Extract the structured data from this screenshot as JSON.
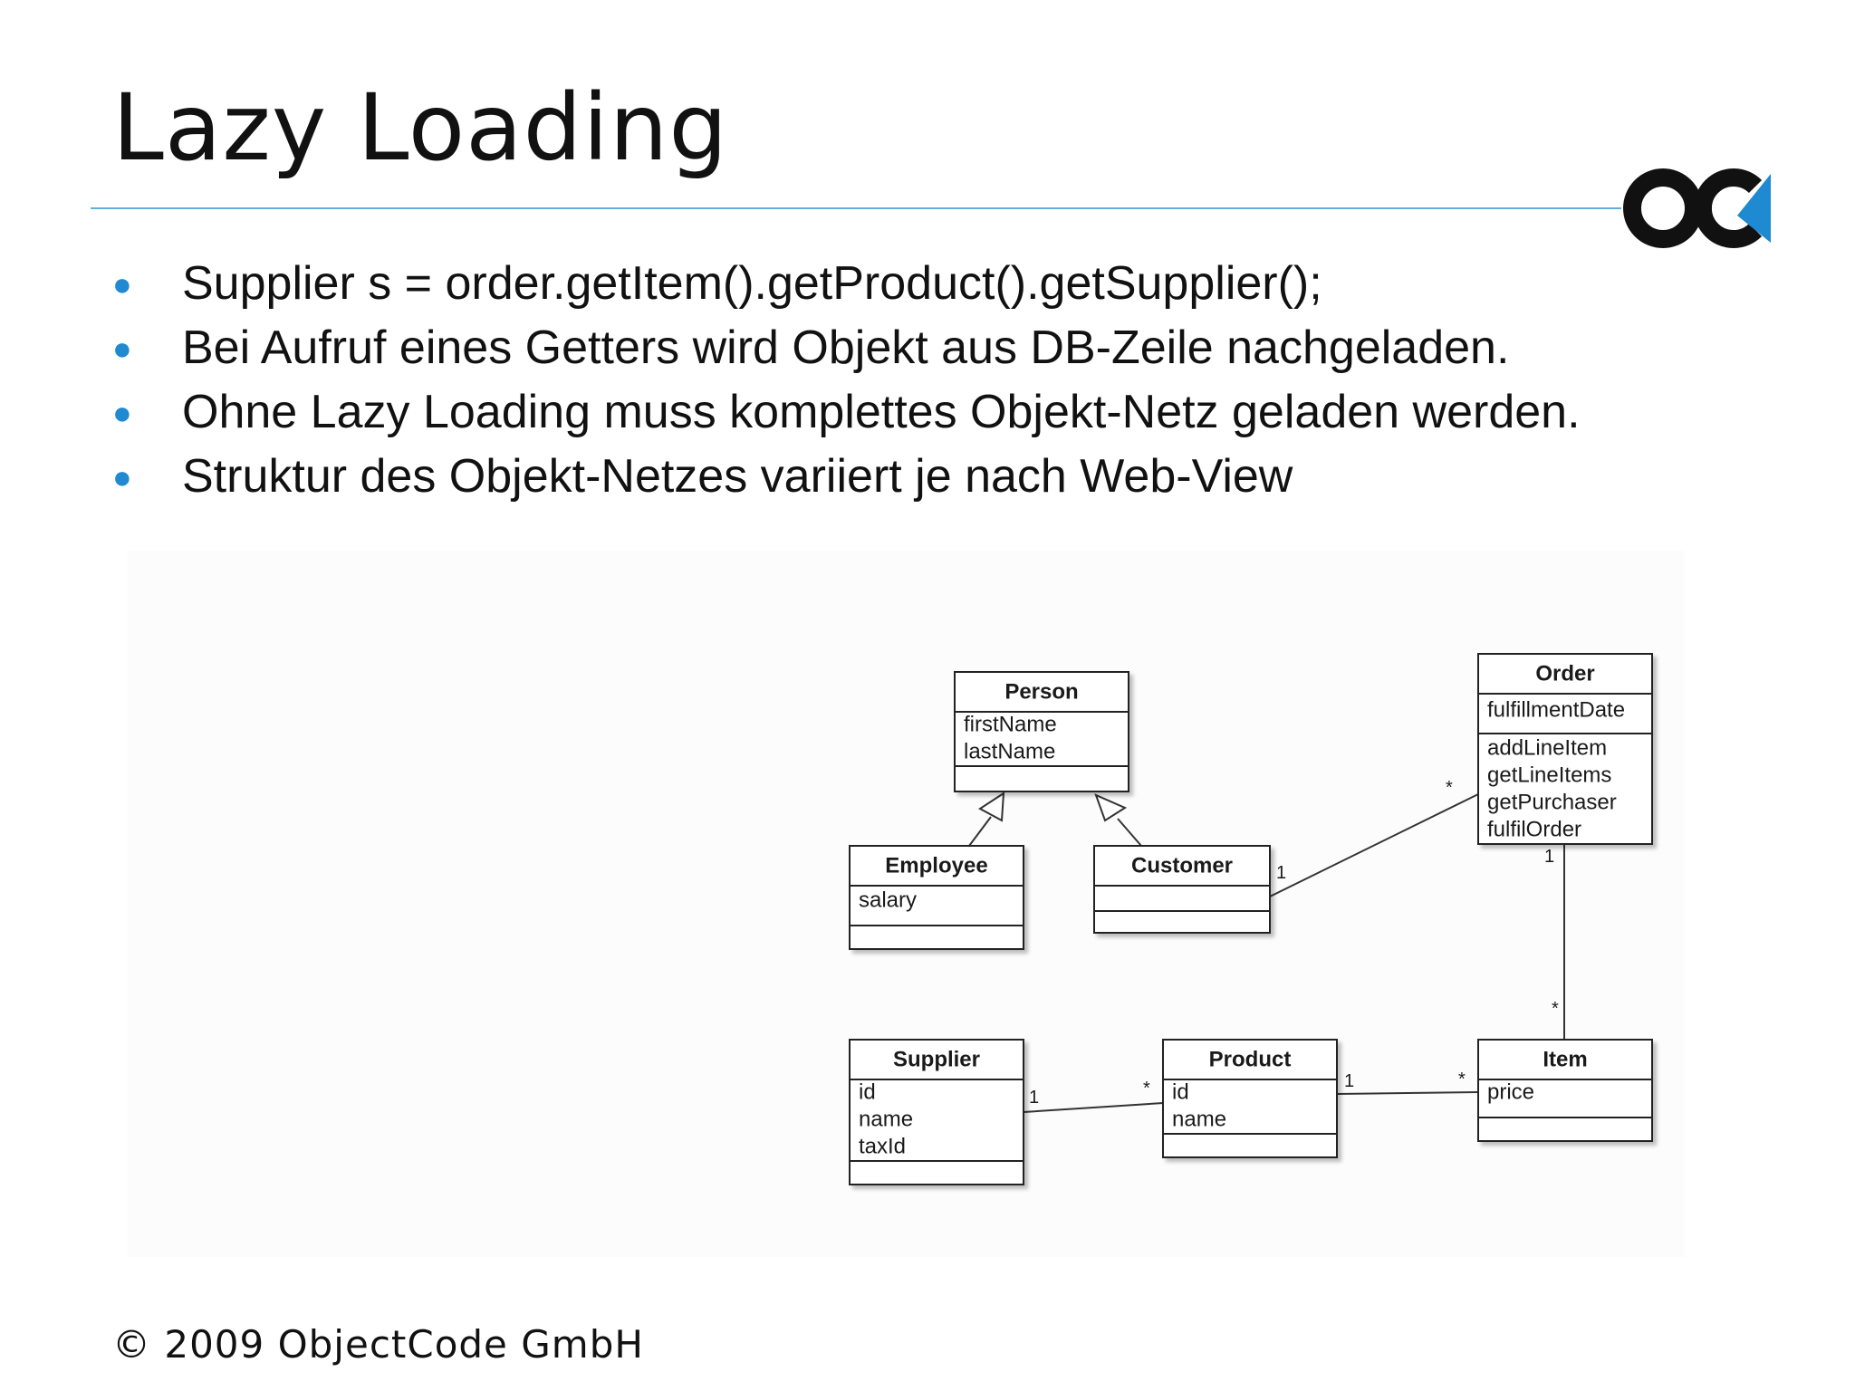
{
  "slide": {
    "title": "Lazy Loading",
    "bullets": [
      "Supplier s = order.getItem().getProduct().getSupplier();",
      "Bei Aufruf eines Getters wird Objekt aus DB-Zeile nachgeladen.",
      "Ohne Lazy Loading muss komplettes Objekt-Netz geladen werden.",
      "Struktur des Objekt-Netzes variiert je nach Web-View"
    ],
    "footer": "© 2009 ObjectCode GmbH",
    "accent_color": "#1f8ad1",
    "logo_icon": "objectcode-logo-icon"
  },
  "diagram": {
    "classes": {
      "person": {
        "name": "Person",
        "attributes": [
          "firstName",
          "lastName"
        ],
        "methods": []
      },
      "employee": {
        "name": "Employee",
        "attributes": [
          "salary"
        ],
        "methods": []
      },
      "customer": {
        "name": "Customer",
        "attributes": [],
        "methods": []
      },
      "order": {
        "name": "Order",
        "attributes": [
          "fulfillmentDate"
        ],
        "methods": [
          "addLineItem",
          "getLineItems",
          "getPurchaser",
          "fulfilOrder"
        ]
      },
      "supplier": {
        "name": "Supplier",
        "attributes": [
          "id",
          "name",
          "taxId"
        ],
        "methods": []
      },
      "product": {
        "name": "Product",
        "attributes": [
          "id",
          "name"
        ],
        "methods": []
      },
      "item": {
        "name": "Item",
        "attributes": [
          "price"
        ],
        "methods": []
      }
    },
    "multiplicities": {
      "customer_order_customer": "1",
      "customer_order_order": "*",
      "order_item_order": "1",
      "order_item_item": "*",
      "supplier_product_supplier": "1",
      "supplier_product_product": "*",
      "product_item_product": "1",
      "product_item_item": "*"
    }
  }
}
